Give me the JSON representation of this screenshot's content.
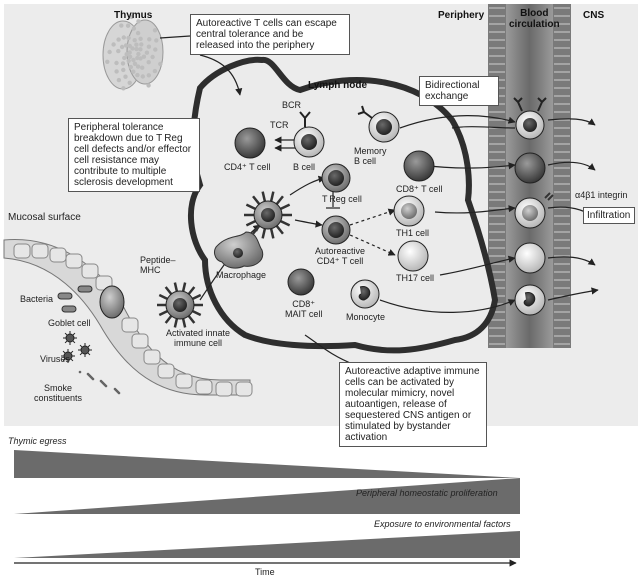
{
  "headers": {
    "thymus": "Thymus",
    "periphery": "Periphery",
    "blood_circulation": "Blood\ncirculation",
    "cns": "CNS",
    "lymph_node": "Lymph node",
    "mucosal_surface": "Mucosal surface"
  },
  "text_boxes": {
    "central_tolerance": "Autoreactive T cells can escape central tolerance and be released into the periphery",
    "peripheral_tolerance": "Peripheral tolerance breakdown due to T Reg cell defects and/or effector cell resistance may contribute to multiple sclerosis development",
    "bidirectional": "Bidirectional exchange",
    "infiltration": "Infiltration",
    "activation": "Autoreactive adaptive immune cells can be activated by molecular mimicry, novel autoantigen, release of sequestered CNS antigen or stimulated by bystander activation"
  },
  "cell_labels": {
    "bcr": "BCR",
    "tcr": "TCR",
    "cd4_t_cell": "CD4⁺ T cell",
    "b_cell": "B cell",
    "memory_b_cell": "Memory\nB cell",
    "treg_cell": "T Reg cell",
    "cd8_t_cell": "CD8⁺ T cell",
    "autoreactive_cd4": "Autoreactive\nCD4⁺ T cell",
    "th1_cell": "TH1 cell",
    "th17_cell": "TH17 cell",
    "macrophage": "Macrophage",
    "cd8_mait": "CD8⁺\nMAIT cell",
    "monocyte": "Monocyte",
    "integrin": "α4β1 integrin",
    "peptide_mhc": "Peptide–\nMHC",
    "activated_innate": "Activated innate\nimmune cell",
    "bacteria": "Bacteria",
    "goblet_cell": "Goblet cell",
    "viruses": "Viruses",
    "smoke": "Smoke\nconstituents"
  },
  "timeline": {
    "thymic_egress": "Thymic egress",
    "peripheral_proliferation": "Peripheral homeostatic proliferation",
    "environmental": "Exposure to environmental factors",
    "time": "Time"
  },
  "colors": {
    "page": "#ffffff",
    "diagram_bg": "#ececec",
    "lymph_fill": "#ebebeb",
    "cell_dark": "#444444",
    "cell_mid": "#777777",
    "cell_light": "#c8c8c8",
    "vessel": "#5a5a5a",
    "wedge": "#6b6b6b"
  }
}
